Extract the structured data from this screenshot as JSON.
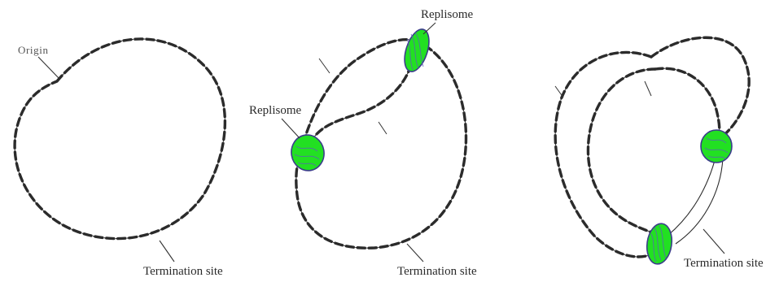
{
  "panels": [
    {
      "id": "panel-1",
      "labels": {
        "origin": "Origin",
        "termination": "Termination site"
      }
    },
    {
      "id": "panel-2",
      "labels": {
        "replisome_top": "Replisome",
        "replisome_left": "Replisome",
        "termination": "Termination site"
      }
    },
    {
      "id": "panel-3",
      "labels": {
        "termination": "Termination site"
      }
    }
  ],
  "colors": {
    "replisome": "#22e022",
    "replisome_outline": "#3b3d8a",
    "dna": "#2b2b2b"
  }
}
